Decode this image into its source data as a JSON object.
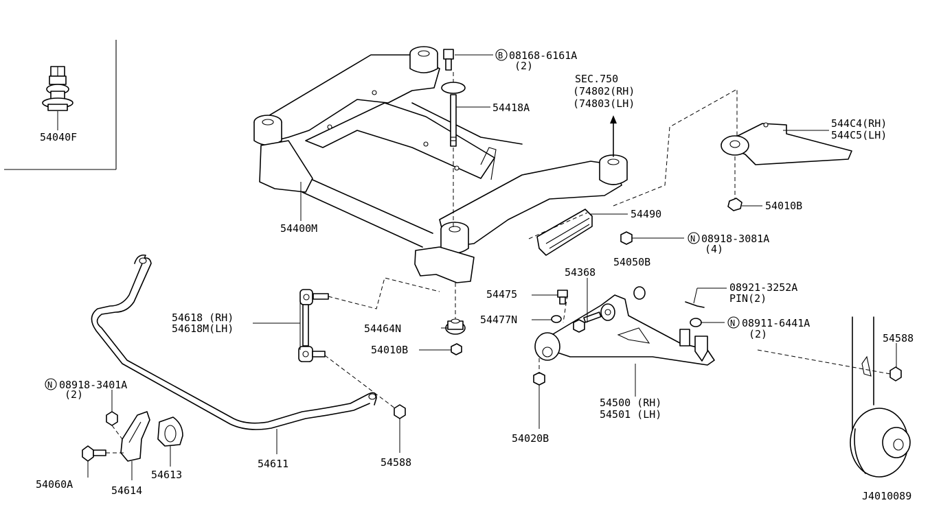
{
  "inset": {
    "part_label": "54040F"
  },
  "labels": {
    "bolt": "08168-6161A",
    "bolt_qty": "(2)",
    "bolt_prefix": "B",
    "pin_54418A": "54418A",
    "sec_title": "SEC.750",
    "sec_rh": "(74802(RH)",
    "sec_lh": "(74803(LH)",
    "bracket_rh": "544C4(RH)",
    "bracket_lh": "544C5(LH)",
    "nut_54010B_top": "54010B",
    "member": "54400M",
    "cover": "54490",
    "nut_3081": "08918-3081A",
    "nut_3081_qty": "(4)",
    "nut_prefix_n": "N",
    "p54050B": "54050B",
    "p54368": "54368",
    "p54475": "54475",
    "p54477N": "54477N",
    "pin_part": "08921-3252A",
    "pin_desc": "PIN(2)",
    "nut_6441": "08911-6441A",
    "nut_6441_qty": "(2)",
    "link_rh": "54618  (RH)",
    "link_lh": "54618M(LH)",
    "p54464N": "54464N",
    "nut_54010B_bottom": "54010B",
    "p54588_right": "54588",
    "nut_3401": "08918-3401A",
    "nut_3401_qty": "(2)",
    "arm_rh": "54500 (RH)",
    "arm_lh": "54501 (LH)",
    "stabilizer": "54611",
    "nut_54588_bottom": "54588",
    "bushing": "54613",
    "clamp": "54614",
    "bolt_54060A": "54060A",
    "nut_54020B": "54020B",
    "diagram_code": "J4010089"
  }
}
